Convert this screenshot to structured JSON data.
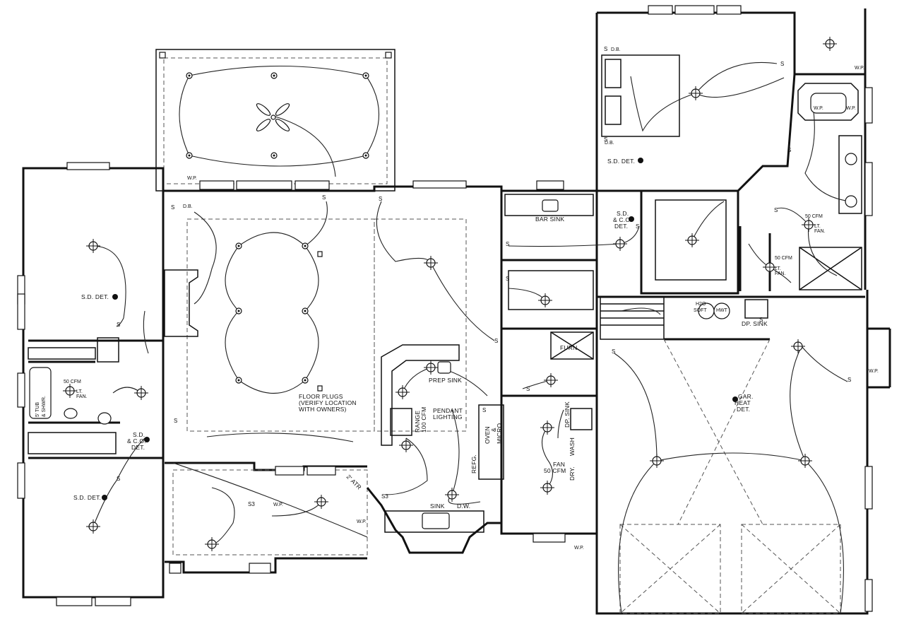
{
  "labels": {
    "bar_sink": "BAR SINK",
    "sd_det_master": "S.D. DET.",
    "sd_co_det_hall_right": [
      "S.D.",
      "& C.O.",
      "DET."
    ],
    "sd_det_bed1": "S.D. DET.",
    "sd_det_bed2": "S.D. DET.",
    "sd_co_det_hall_left": [
      "S.D.",
      "& C.O.",
      "DET."
    ],
    "floor_plugs": [
      "FLOOR PLUGS",
      "(VERIFY LOCATION",
      "WITH OWNERS)"
    ],
    "prep_sink": "PREP SINK",
    "range": [
      "RANGE",
      "100 CFM"
    ],
    "pendant": [
      "PENDANT",
      "LIGHTING"
    ],
    "oven": [
      "OVEN",
      "&",
      "MICRO"
    ],
    "refg": "REFG.",
    "sink": "SINK",
    "dw": "D.W.",
    "atr": "2' ATR",
    "furn": "FURN.",
    "dp_sink": "DP. SINK",
    "dp_sink_laundry": "DP. SINK",
    "wash": "WASH",
    "dry": "DRY.",
    "fan": [
      "FAN",
      "50 CFM"
    ],
    "h2o_soft": [
      "H2O",
      "SOFT"
    ],
    "hwt": "HWT",
    "gar_heat": [
      "GAR.",
      "HEAT",
      "DET."
    ],
    "cfm_bath_left": [
      "50 CFM",
      "LT.",
      "FAN."
    ],
    "tub_shwr": [
      "5' TUB",
      "& SHWR."
    ],
    "cfm_master1": [
      "50 CFM",
      "LT.",
      "FAN."
    ],
    "cfm_master2": [
      "50 CFM",
      "LT.",
      "FAN."
    ],
    "wp": "W.P.",
    "db": "D.B.",
    "switch": "S",
    "switch3": "S3"
  }
}
